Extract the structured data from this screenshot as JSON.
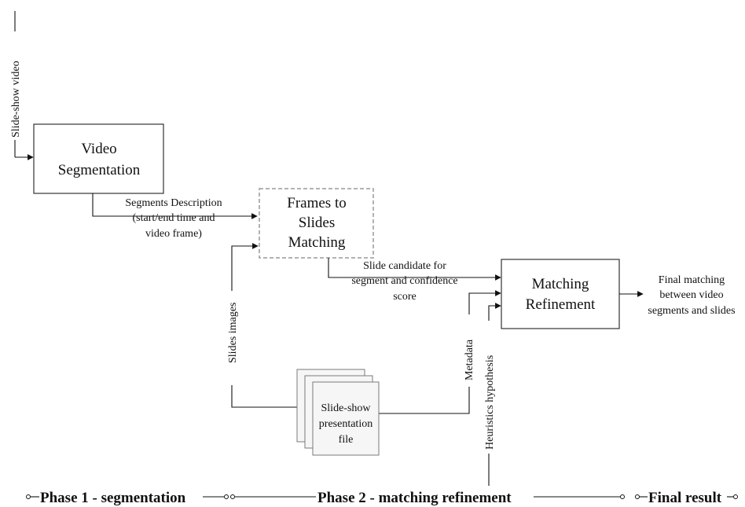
{
  "boxes": {
    "video_segmentation": [
      "Video",
      "Segmentation"
    ],
    "frames_to_slides": [
      "Frames to",
      "Slides",
      "Matching"
    ],
    "matching_refinement": [
      "Matching",
      "Refinement"
    ],
    "presentation_file": [
      "Slide-show",
      "presentation",
      "file"
    ]
  },
  "labels": {
    "input_video": "Slide-show video",
    "segments_description": [
      "Segments Description",
      "(start/end time and",
      "video frame)"
    ],
    "slide_candidate": [
      "Slide candidate for",
      "segment and confidence",
      "score"
    ],
    "slides_images": "Slides images",
    "metadata": "Metadata",
    "heuristics": "Heuristics hypothesis",
    "final_matching": [
      "Final matching",
      "between video",
      "segments and slides"
    ]
  },
  "phases": {
    "phase1": "Phase 1 - segmentation",
    "phase2": "Phase 2 - matching refinement",
    "final": "Final result"
  }
}
